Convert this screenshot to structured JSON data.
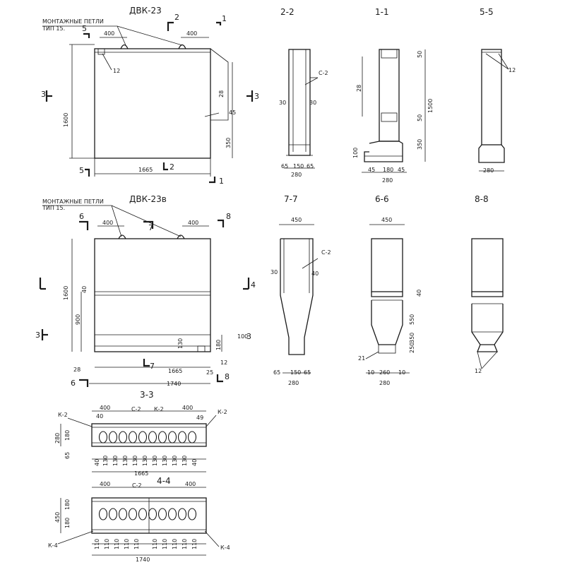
{
  "titles": {
    "dvk23": "ДВК-23",
    "dvk23v": "ДВК-23в",
    "montazh1_l1": "МОНТАЖНЫЕ ПЕТЛИ",
    "montazh1_l2": "ТИП 15.",
    "montazh2_l1": "МОНТАЖНЫЕ ПЕТЛИ",
    "montazh2_l2": "ТИП 15."
  },
  "sections": {
    "s22": "2-2",
    "s11": "1-1",
    "s55": "5-5",
    "s77": "7-7",
    "s66": "6-6",
    "s88": "8-8",
    "s33": "3-3",
    "s44": "4-4"
  },
  "marks": {
    "m1": "1",
    "m2": "2",
    "m3": "3",
    "m4": "4",
    "m5": "5",
    "m6": "6",
    "m7": "7",
    "m8": "8"
  },
  "tags": {
    "c2": "С-2",
    "k2": "К-2",
    "k4": "К-4",
    "n12": "12",
    "n21": "21",
    "n28": "28"
  },
  "dims": {
    "d400": "400",
    "d1600": "1600",
    "d1665": "1665",
    "d1740": "1740",
    "d280": "280",
    "d180": "180",
    "d450": "450",
    "d260": "260",
    "d150": "150",
    "d65": "65",
    "d45": "45",
    "d50": "50",
    "d30": "30",
    "d40": "40",
    "d10": "10",
    "d28": "28",
    "d350": "350",
    "d550": "550",
    "d250": "250",
    "d900": "900",
    "d100": "100",
    "d130": "130",
    "d25": "25",
    "d110": "110",
    "d49": "49",
    "d1500": "1500"
  }
}
